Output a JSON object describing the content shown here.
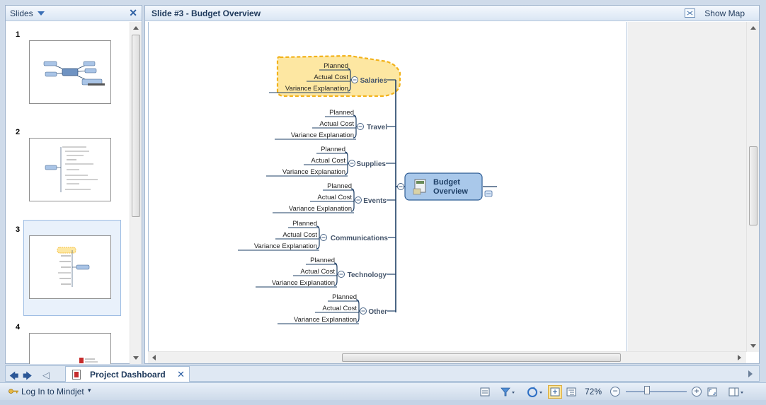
{
  "slides_pane": {
    "title": "Slides",
    "items": [
      {
        "number": "1"
      },
      {
        "number": "2"
      },
      {
        "number": "3",
        "selected": true
      },
      {
        "number": "4"
      }
    ]
  },
  "main_pane": {
    "title": "Slide #3 - Budget Overview",
    "show_map_label": "Show Map"
  },
  "mindmap": {
    "central": {
      "line1": "Budget",
      "line2": "Overview"
    },
    "branches": [
      {
        "label": "Salaries",
        "highlighted": true,
        "children": [
          "Planned",
          "Actual Cost",
          "Variance Explanation"
        ]
      },
      {
        "label": "Travel",
        "children": [
          "Planned",
          "Actual Cost",
          "Variance Explanation"
        ]
      },
      {
        "label": "Supplies",
        "children": [
          "Planned",
          "Actual Cost",
          "Variance Explanation"
        ]
      },
      {
        "label": "Events",
        "children": [
          "Planned",
          "Actual Cost",
          "Variance Explanation"
        ]
      },
      {
        "label": "Communications",
        "children": [
          "Planned",
          "Actual Cost",
          "Variance Explanation"
        ]
      },
      {
        "label": "Technology",
        "children": [
          "Planned",
          "Actual Cost",
          "Variance Explanation"
        ]
      },
      {
        "label": "Other",
        "children": [
          "Planned",
          "Actual Cost",
          "Variance Explanation"
        ]
      }
    ]
  },
  "tabs": {
    "document_tab": "Project Dashboard"
  },
  "statusbar": {
    "login_label": "Log In to Mindjet",
    "zoom": "72%"
  },
  "colors": {
    "highlight_fill": "#fde7a2",
    "highlight_border": "#f2b21b",
    "central_fill": "#a9c8ea",
    "branch_line": "#1e3f66"
  }
}
